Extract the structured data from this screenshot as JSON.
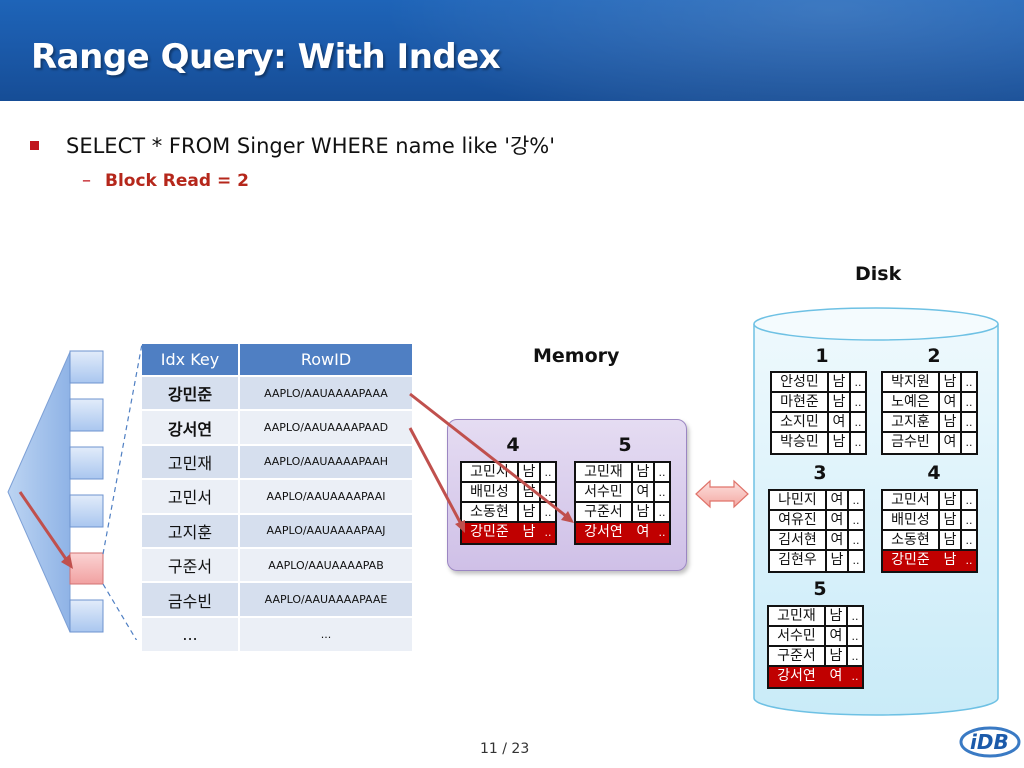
{
  "slide": {
    "title": "Range Query: With Index",
    "bullet1": "SELECT * FROM Singer WHERE name like '강%'",
    "bullet2": "Block Read = 2",
    "page_number": "11 / 23"
  },
  "index_table": {
    "headers": [
      "Idx Key",
      "RowID"
    ],
    "rows": [
      {
        "key": "강민준",
        "rowid": "AAPLO/AAUAAAAPAAA",
        "bold": true
      },
      {
        "key": "강서연",
        "rowid": "AAPLO/AAUAAAAPAAD",
        "bold": true
      },
      {
        "key": "고민재",
        "rowid": "AAPLO/AAUAAAAPAAH",
        "bold": false
      },
      {
        "key": "고민서",
        "rowid": "AAPLO/AAUAAAAPAAI",
        "bold": false
      },
      {
        "key": "고지훈",
        "rowid": "AAPLO/AAUAAAAPAAJ",
        "bold": false
      },
      {
        "key": "구준서",
        "rowid": "AAPLO/AAUAAAAPAB",
        "bold": false
      },
      {
        "key": "금수빈",
        "rowid": "AAPLO/AAUAAAAPAAE",
        "bold": false
      },
      {
        "key": "...",
        "rowid": "...",
        "bold": false
      }
    ]
  },
  "memory": {
    "label": "Memory",
    "blocks": [
      {
        "number": "4",
        "rows": [
          [
            "고민서",
            "남",
            ".."
          ],
          [
            "배민성",
            "남",
            ".."
          ],
          [
            "소동현",
            "남",
            ".."
          ],
          [
            "강민준",
            "남",
            ".."
          ]
        ],
        "highlight_row": 3
      },
      {
        "number": "5",
        "rows": [
          [
            "고민재",
            "남",
            ".."
          ],
          [
            "서수민",
            "여",
            ".."
          ],
          [
            "구준서",
            "남",
            ".."
          ],
          [
            "강서연",
            "여",
            ".."
          ]
        ],
        "highlight_row": 3
      }
    ]
  },
  "disk": {
    "label": "Disk",
    "blocks": [
      {
        "number": "1",
        "rows": [
          [
            "안성민",
            "남",
            ".."
          ],
          [
            "마현준",
            "남",
            ".."
          ],
          [
            "소지민",
            "여",
            ".."
          ],
          [
            "박승민",
            "남",
            ".."
          ]
        ],
        "highlight_row": -1
      },
      {
        "number": "2",
        "rows": [
          [
            "박지원",
            "남",
            ".."
          ],
          [
            "노예은",
            "여",
            ".."
          ],
          [
            "고지훈",
            "남",
            ".."
          ],
          [
            "금수빈",
            "여",
            ".."
          ]
        ],
        "highlight_row": -1
      },
      {
        "number": "3",
        "rows": [
          [
            "나민지",
            "여",
            ".."
          ],
          [
            "여유진",
            "여",
            ".."
          ],
          [
            "김서현",
            "여",
            ".."
          ],
          [
            "김현우",
            "남",
            ".."
          ]
        ],
        "highlight_row": -1
      },
      {
        "number": "4",
        "rows": [
          [
            "고민서",
            "남",
            ".."
          ],
          [
            "배민성",
            "남",
            ".."
          ],
          [
            "소동현",
            "남",
            ".."
          ],
          [
            "강민준",
            "남",
            ".."
          ]
        ],
        "highlight_row": 3
      },
      {
        "number": "5",
        "rows": [
          [
            "고민재",
            "남",
            ".."
          ],
          [
            "서수민",
            "여",
            ".."
          ],
          [
            "구준서",
            "남",
            ".."
          ],
          [
            "강서연",
            "여",
            ".."
          ]
        ],
        "highlight_row": 3
      }
    ]
  },
  "logo_text": "IDB",
  "colors": {
    "header_blue": "#1b5aaa",
    "table_header": "#4f7fc3",
    "highlight_red": "#c00000",
    "arrow_red": "#c0504d",
    "memory_purple": "#d8cdeb",
    "disk_cyan": "#d7f0fa"
  }
}
